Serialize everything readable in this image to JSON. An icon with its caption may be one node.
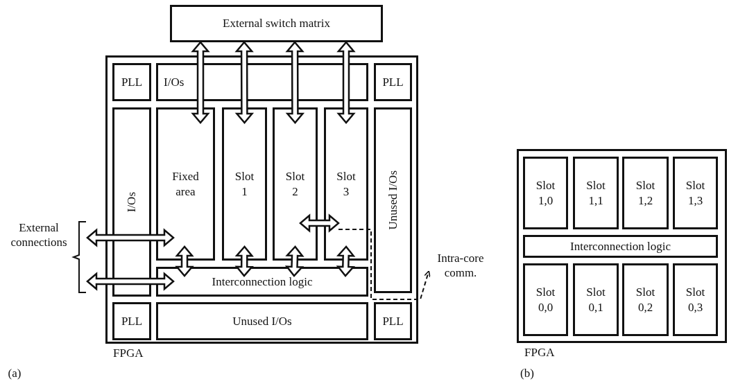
{
  "diagram": {
    "nodes": [
      {
        "text": [
          "External switch matrix"
        ]
      },
      {
        "text": [
          "FPGA"
        ]
      },
      {
        "text": [
          "PLL"
        ],
        "in": 1
      },
      {
        "text": [
          "I/Os"
        ],
        "in": 1
      },
      {
        "text": [
          "PLL"
        ],
        "in": 1
      },
      {
        "text": [
          "I/Os"
        ],
        "in": 1
      },
      {
        "text": [
          "Fixed area"
        ],
        "in": 1
      },
      {
        "text": [
          "Slot 1"
        ],
        "in": 1
      },
      {
        "text": [
          "Slot 2"
        ],
        "in": 1
      },
      {
        "text": [
          "Slot 3"
        ],
        "in": 1
      },
      {
        "text": [
          "Unused I/Os"
        ],
        "in": 1
      },
      {
        "text": [
          "Interconnection logic"
        ],
        "in": 1
      },
      {
        "text": [
          "PLL"
        ],
        "in": 1
      },
      {
        "text": [
          "Unused I/Os"
        ],
        "in": 1
      },
      {
        "text": [
          "PLL"
        ],
        "in": 1
      },
      {
        "text": [
          "Intra-core comm."
        ]
      },
      {
        "text": [
          "FPGA"
        ]
      },
      {
        "text": [
          "Slot 1,0"
        ],
        "in": 16
      },
      {
        "text": [
          "Slot 1,1"
        ],
        "in": 16
      },
      {
        "text": [
          "Slot 1,2"
        ],
        "in": 16
      },
      {
        "text": [
          "Slot 1,3"
        ],
        "in": 16
      },
      {
        "text": [
          "Interconnection logic"
        ],
        "in": 16
      },
      {
        "text": [
          "Slot 0,0"
        ],
        "in": 16
      },
      {
        "text": [
          "Slot 0,1"
        ],
        "in": 16
      },
      {
        "text": [
          "Slot 0,2"
        ],
        "in": 16
      },
      {
        "text": [
          "Slot 0,3"
        ],
        "in": 16
      }
    ],
    "edges": [
      {
        "from": 0,
        "to": 6,
        "arrow": "both"
      },
      {
        "from": 0,
        "to": 7,
        "arrow": "both"
      },
      {
        "from": 0,
        "to": 8,
        "arrow": "both"
      },
      {
        "from": 0,
        "to": 9,
        "arrow": "both"
      },
      {
        "from": 6,
        "to": 11,
        "arrow": "both"
      },
      {
        "from": 7,
        "to": 11,
        "arrow": "both"
      },
      {
        "from": 8,
        "to": 11,
        "arrow": "both"
      },
      {
        "from": 9,
        "to": 11,
        "arrow": "both"
      },
      {
        "from": 8,
        "to": 9,
        "arrow": "both"
      },
      {
        "from": null,
        "to": 6,
        "arrow": "both"
      },
      {
        "from": null,
        "to": 11,
        "arrow": "both"
      },
      {
        "from": 9,
        "to": 15,
        "arrow": "to",
        "style": "dashed"
      }
    ],
    "labels": [
      "External connections",
      "(a)",
      "(b)"
    ]
  }
}
